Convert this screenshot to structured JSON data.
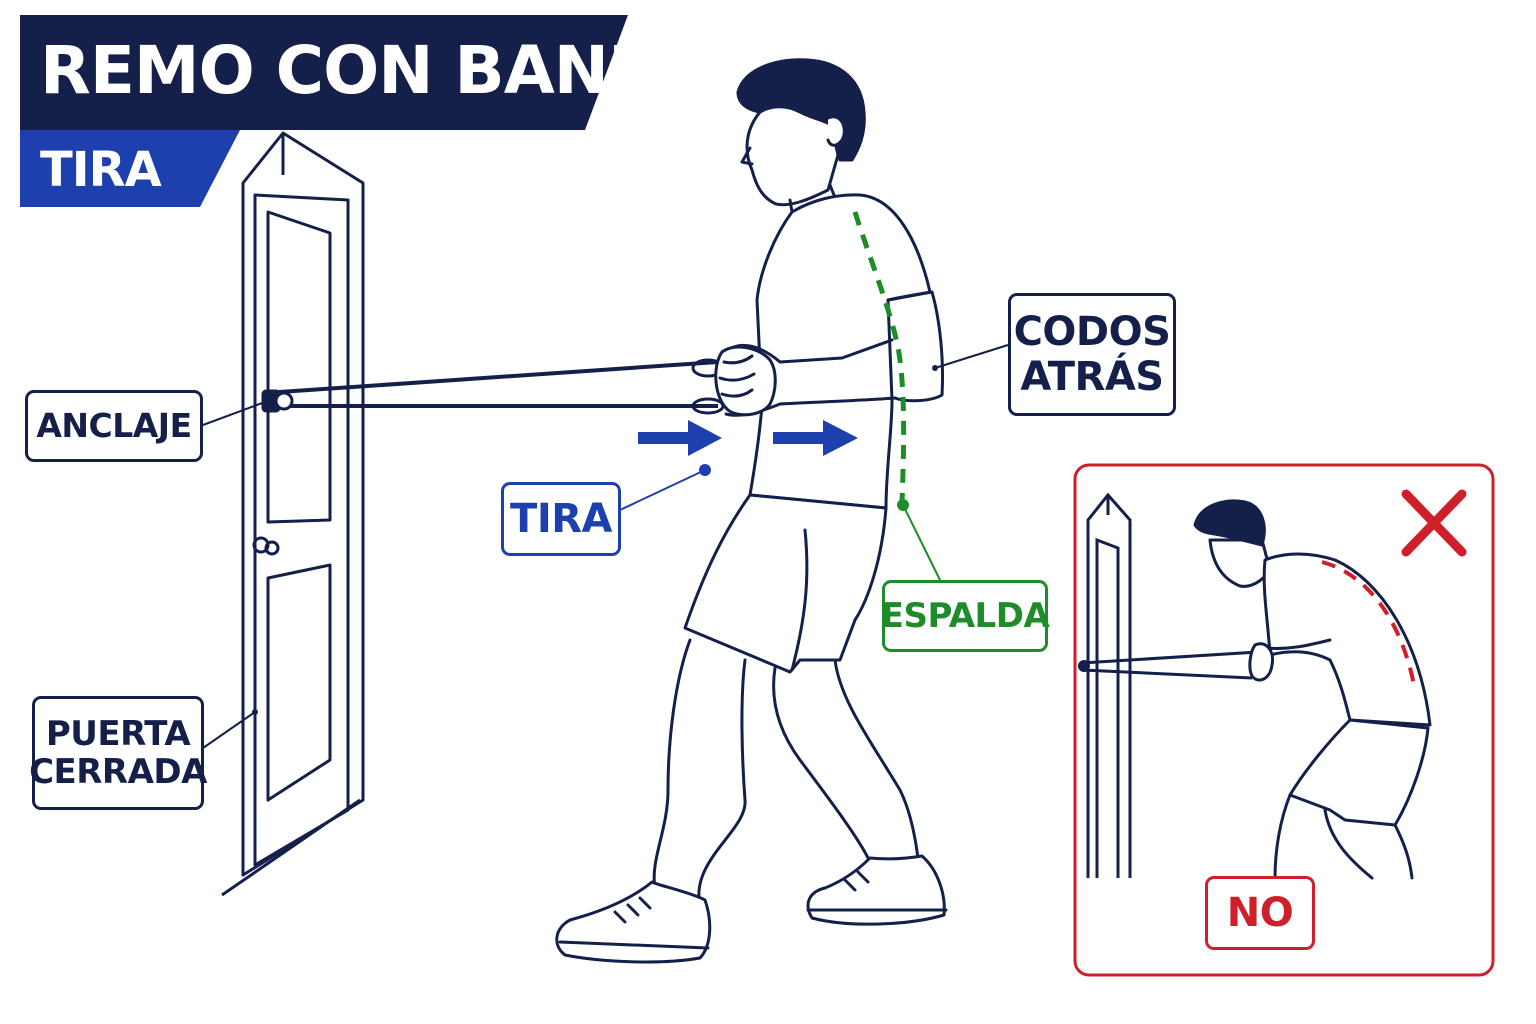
{
  "header": {
    "title": "REMO CON BANDA",
    "subtitle": "TIRA"
  },
  "labels": {
    "anchor": "ANCLAJE",
    "door_line1": "PUERTA",
    "door_line2": "CERRADA",
    "elbows_line1": "CODOS",
    "elbows_line2": "ATRÁS",
    "pull": "TIRA",
    "back": "ESPALDA",
    "wrong": "NO"
  },
  "colors": {
    "navy": "#14204a",
    "blue": "#1e3fae",
    "green": "#1e8c28",
    "red": "#cf1f2b"
  },
  "icons": {
    "wrong_mark": "x-mark-icon",
    "direction": "arrow-right-icon"
  }
}
